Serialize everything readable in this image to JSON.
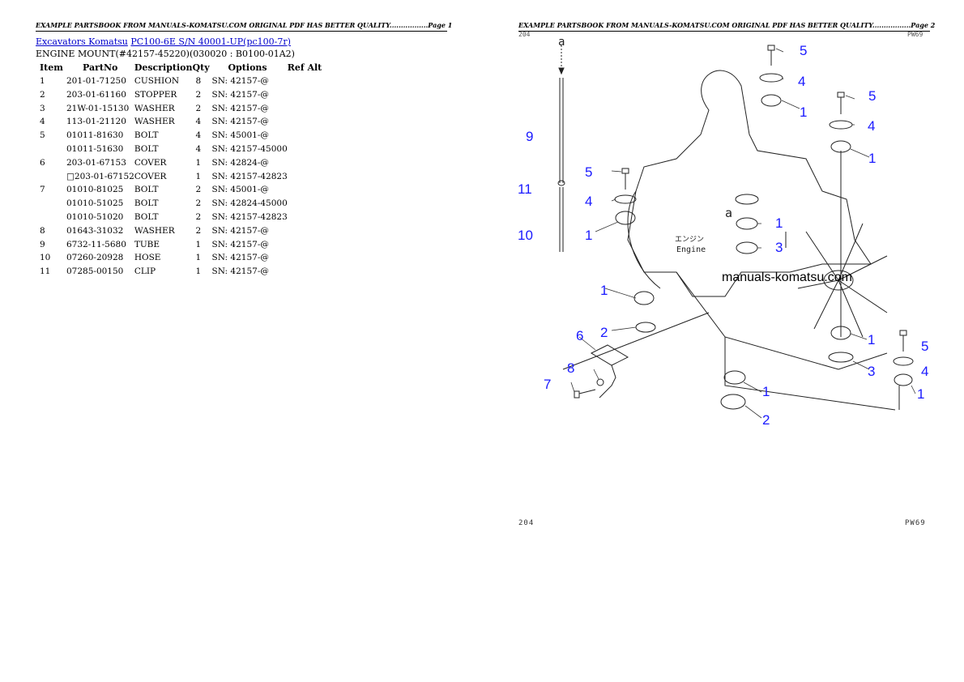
{
  "header_text": "EXAMPLE PARTSBOOK FROM MANUALS-KOMATSU.COM ORIGINAL PDF HAS BETTER QUALITY.................",
  "left_page_label": "Page 1",
  "right_page_label": "Page 2",
  "breadcrumb": {
    "link1": "Excavators Komatsu",
    "link2": "PC100-6E S/N 40001-UP(pc100-7r)"
  },
  "subtitle": "ENGINE MOUNT(#42157-45220)(030020 : B0100-01A2)",
  "columns": {
    "item": "Item",
    "partno": "PartNo",
    "description": "Description",
    "qty": "Qty",
    "options": "Options",
    "refalt": "Ref Alt"
  },
  "rows": [
    {
      "item": "1",
      "partno": "201-01-71250",
      "desc": "CUSHION",
      "qty": "8",
      "options": "SN: 42157-@"
    },
    {
      "item": "2",
      "partno": "203-01-61160",
      "desc": "STOPPER",
      "qty": "2",
      "options": "SN: 42157-@"
    },
    {
      "item": "3",
      "partno": "21W-01-15130",
      "desc": "WASHER",
      "qty": "2",
      "options": "SN: 42157-@"
    },
    {
      "item": "4",
      "partno": "113-01-21120",
      "desc": "WASHER",
      "qty": "4",
      "options": "SN: 42157-@"
    },
    {
      "item": "5",
      "partno": "01011-81630",
      "desc": "BOLT",
      "qty": "4",
      "options": "SN: 45001-@"
    },
    {
      "item": "",
      "partno": "01011-51630",
      "desc": "BOLT",
      "qty": "4",
      "options": "SN: 42157-45000"
    },
    {
      "item": "6",
      "partno": "203-01-67153",
      "desc": "COVER",
      "qty": "1",
      "options": "SN: 42824-@"
    },
    {
      "item": "",
      "partno": "□203-01-67152",
      "desc": "COVER",
      "qty": "1",
      "options": "SN: 42157-42823"
    },
    {
      "item": "7",
      "partno": "01010-81025",
      "desc": "BOLT",
      "qty": "2",
      "options": "SN: 45001-@"
    },
    {
      "item": "",
      "partno": "01010-51025",
      "desc": "BOLT",
      "qty": "2",
      "options": "SN: 42824-45000"
    },
    {
      "item": "",
      "partno": "01010-51020",
      "desc": "BOLT",
      "qty": "2",
      "options": "SN: 42157-42823"
    },
    {
      "item": "8",
      "partno": "01643-31032",
      "desc": "WASHER",
      "qty": "2",
      "options": "SN: 42157-@"
    },
    {
      "item": "9",
      "partno": "6732-11-5680",
      "desc": "TUBE",
      "qty": "1",
      "options": "SN: 42157-@"
    },
    {
      "item": "10",
      "partno": "07260-20928",
      "desc": "HOSE",
      "qty": "1",
      "options": "SN: 42157-@"
    },
    {
      "item": "11",
      "partno": "07285-00150",
      "desc": "CLIP",
      "qty": "1",
      "options": "SN: 42157-@"
    }
  ],
  "drawing": {
    "watermark": "manuals-komatsu.com",
    "engine_label": "Engine",
    "engine_jp": "エンジン",
    "ref_letter": "a",
    "corner_left": "204",
    "corner_right": "PW69",
    "footer_left": "204",
    "footer_right": "PW69",
    "callout_color": "#1a1aff"
  }
}
